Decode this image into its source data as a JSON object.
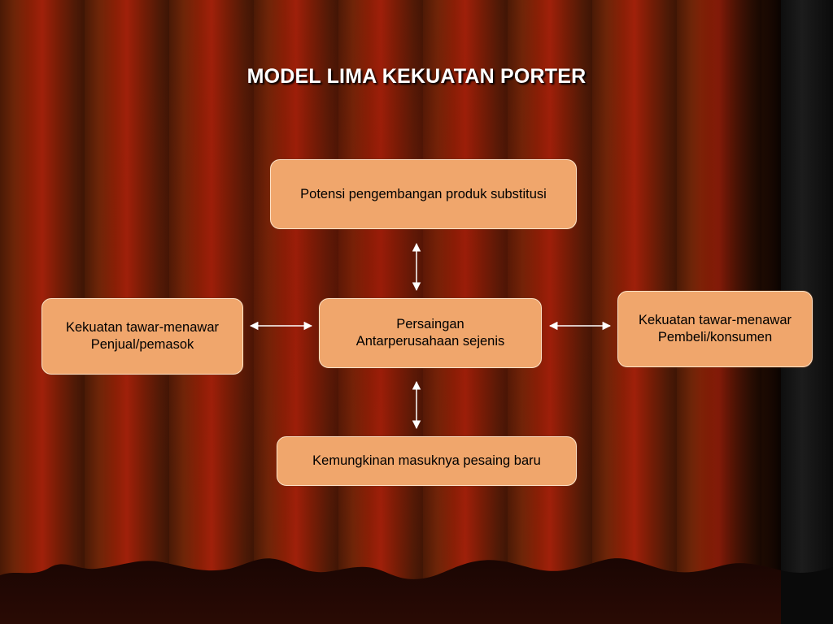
{
  "slide": {
    "title": "MODEL LIMA KEKUATAN PORTER"
  },
  "diagram": {
    "substitute": "Potensi pengembangan produk substitusi",
    "rivalry": {
      "line1": "Persaingan",
      "line2": "Antarperusahaan sejenis"
    },
    "suppliers": {
      "line1": "Kekuatan tawar-menawar",
      "line2": "Penjual/pemasok"
    },
    "buyers": {
      "line1": "Kekuatan tawar-menawar",
      "line2": "Pembeli/konsumen"
    },
    "new_entrants": "Kemungkinan masuknya pesaing baru"
  },
  "colors": {
    "box_fill": "#f0a66c",
    "box_border": "#ffe2c8",
    "title_text": "#ffffff",
    "arrow": "#ffffff",
    "curtain_red": "#8a1f06"
  }
}
